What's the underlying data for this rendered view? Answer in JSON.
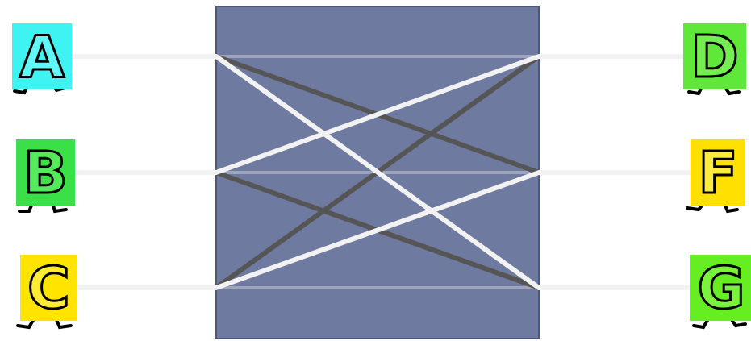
{
  "diagram": {
    "nodes": [
      {
        "text": [
          "A"
        ]
      },
      {
        "text": [
          "B"
        ]
      },
      {
        "text": [
          "C"
        ]
      },
      {
        "text": [
          "D"
        ]
      },
      {
        "text": [
          "F"
        ]
      },
      {
        "text": [
          "G"
        ]
      }
    ],
    "edges": [
      {
        "from": 0,
        "to": 3,
        "arrow": "none"
      },
      {
        "from": 1,
        "to": 4,
        "arrow": "none"
      },
      {
        "from": 2,
        "to": 5,
        "arrow": "none"
      },
      {
        "from": 0,
        "to": 4,
        "arrow": "none"
      },
      {
        "from": 1,
        "to": 5,
        "arrow": "none"
      },
      {
        "from": 2,
        "to": 3,
        "arrow": "none"
      },
      {
        "from": 0,
        "to": 5,
        "arrow": "none"
      },
      {
        "from": 1,
        "to": 3,
        "arrow": "none"
      },
      {
        "from": 2,
        "to": 4,
        "arrow": "none"
      }
    ]
  }
}
